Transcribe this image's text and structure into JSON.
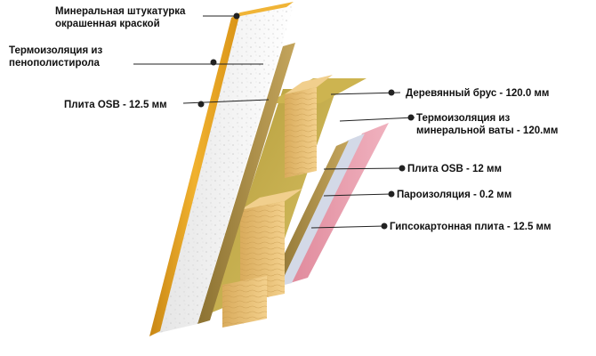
{
  "labels": {
    "plaster": "Минеральная штукатурка\nокрашенная краской",
    "foam_insulation": "Термоизоляция из\nпенополистирола",
    "osb_outer": "Плита OSB - 12.5 мм",
    "timber": "Деревянный брус -  120.0 мм",
    "wool_insulation": "Термоизоляция из\nминеральной ваты - 120.мм",
    "osb_inner": "Плита OSB - 12 мм",
    "vapor_barrier": "Пароизоляция - 0.2 мм",
    "drywall": "Гипсокартонная плита - 12.5 мм"
  },
  "colors": {
    "plaster": "#e8a21e",
    "foam": "#f2f2f2",
    "osb": "#b99a52",
    "wool": "#c8b04a",
    "timber": "#e9c27a",
    "vapor": "#d6dbe8",
    "drywall": "#e79aab",
    "leader": "#222222"
  }
}
